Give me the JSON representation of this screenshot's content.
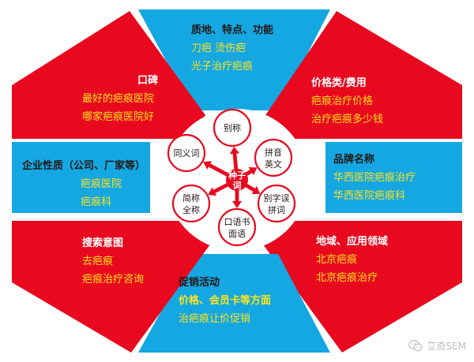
{
  "colors": {
    "red": "#e8091f",
    "blue": "#15a7e2",
    "white": "#ffffff",
    "dark": "#231815",
    "yellow": "#ffe41a",
    "ring": "#e8091f"
  },
  "segments": {
    "top": {
      "fill": "blue",
      "title": "质地、特点、功能",
      "lines": [
        {
          "text": "刀疤  烫伤疤",
          "color": "yellow"
        },
        {
          "text": "光子治疗疤痕",
          "color": "yellow"
        }
      ]
    },
    "top_right": {
      "fill": "red",
      "title": "价格类/费用",
      "lines": [
        {
          "text": "疤痕治疗价格",
          "color": "yellow"
        },
        {
          "text": "治疗疤痕多少钱",
          "color": "yellow"
        }
      ]
    },
    "right": {
      "fill": "blue",
      "title": "品牌名称",
      "lines": [
        {
          "text": "华西医院疤痕治疗",
          "color": "yellow"
        },
        {
          "text": "华西医院疤痕科",
          "color": "yellow"
        }
      ]
    },
    "bottom_right": {
      "fill": "red",
      "title": "地域、应用领域",
      "lines": [
        {
          "text": "北京疤痕",
          "color": "yellow"
        },
        {
          "text": "北京疤痕治疗",
          "color": "yellow"
        }
      ]
    },
    "bottom": {
      "fill": "blue",
      "title": "促销活动",
      "lines": [
        {
          "text": "价格、会员卡等方面",
          "color": "yellow",
          "bold": true
        },
        {
          "text": "治疤痕让价促销",
          "color": "yellow"
        }
      ]
    },
    "bottom_left": {
      "fill": "red",
      "title": "搜索意图",
      "lines": [
        {
          "text": "去疤痕",
          "color": "yellow"
        },
        {
          "text": "疤痕治疗咨询",
          "color": "yellow"
        }
      ]
    },
    "left": {
      "fill": "blue",
      "title": "企业性质（公司、厂家等）",
      "lines": [
        {
          "text": "疤痕医院",
          "color": "yellow"
        },
        {
          "text": "疤痕科",
          "color": "yellow"
        }
      ]
    },
    "top_left": {
      "fill": "red",
      "title": "口碑",
      "lines": [
        {
          "text": "最好的疤痕医院",
          "color": "yellow"
        },
        {
          "text": "哪家疤痕医院好",
          "color": "yellow"
        }
      ]
    }
  },
  "center": {
    "label": [
      "种子",
      "词"
    ]
  },
  "hubs": [
    {
      "id": "alias",
      "lines": [
        "别称"
      ]
    },
    {
      "id": "pinyin-english",
      "lines": [
        "拼音",
        "英文"
      ]
    },
    {
      "id": "typo",
      "lines": [
        "别字误",
        "拼词"
      ]
    },
    {
      "id": "colloquial",
      "lines": [
        "口语书",
        "面语"
      ]
    },
    {
      "id": "abbrev",
      "lines": [
        "简称",
        "全称"
      ]
    },
    {
      "id": "synonym",
      "lines": [
        "同义词"
      ]
    }
  ],
  "watermark": {
    "icon": "wechat-icon",
    "text": "艾奇SEM"
  }
}
